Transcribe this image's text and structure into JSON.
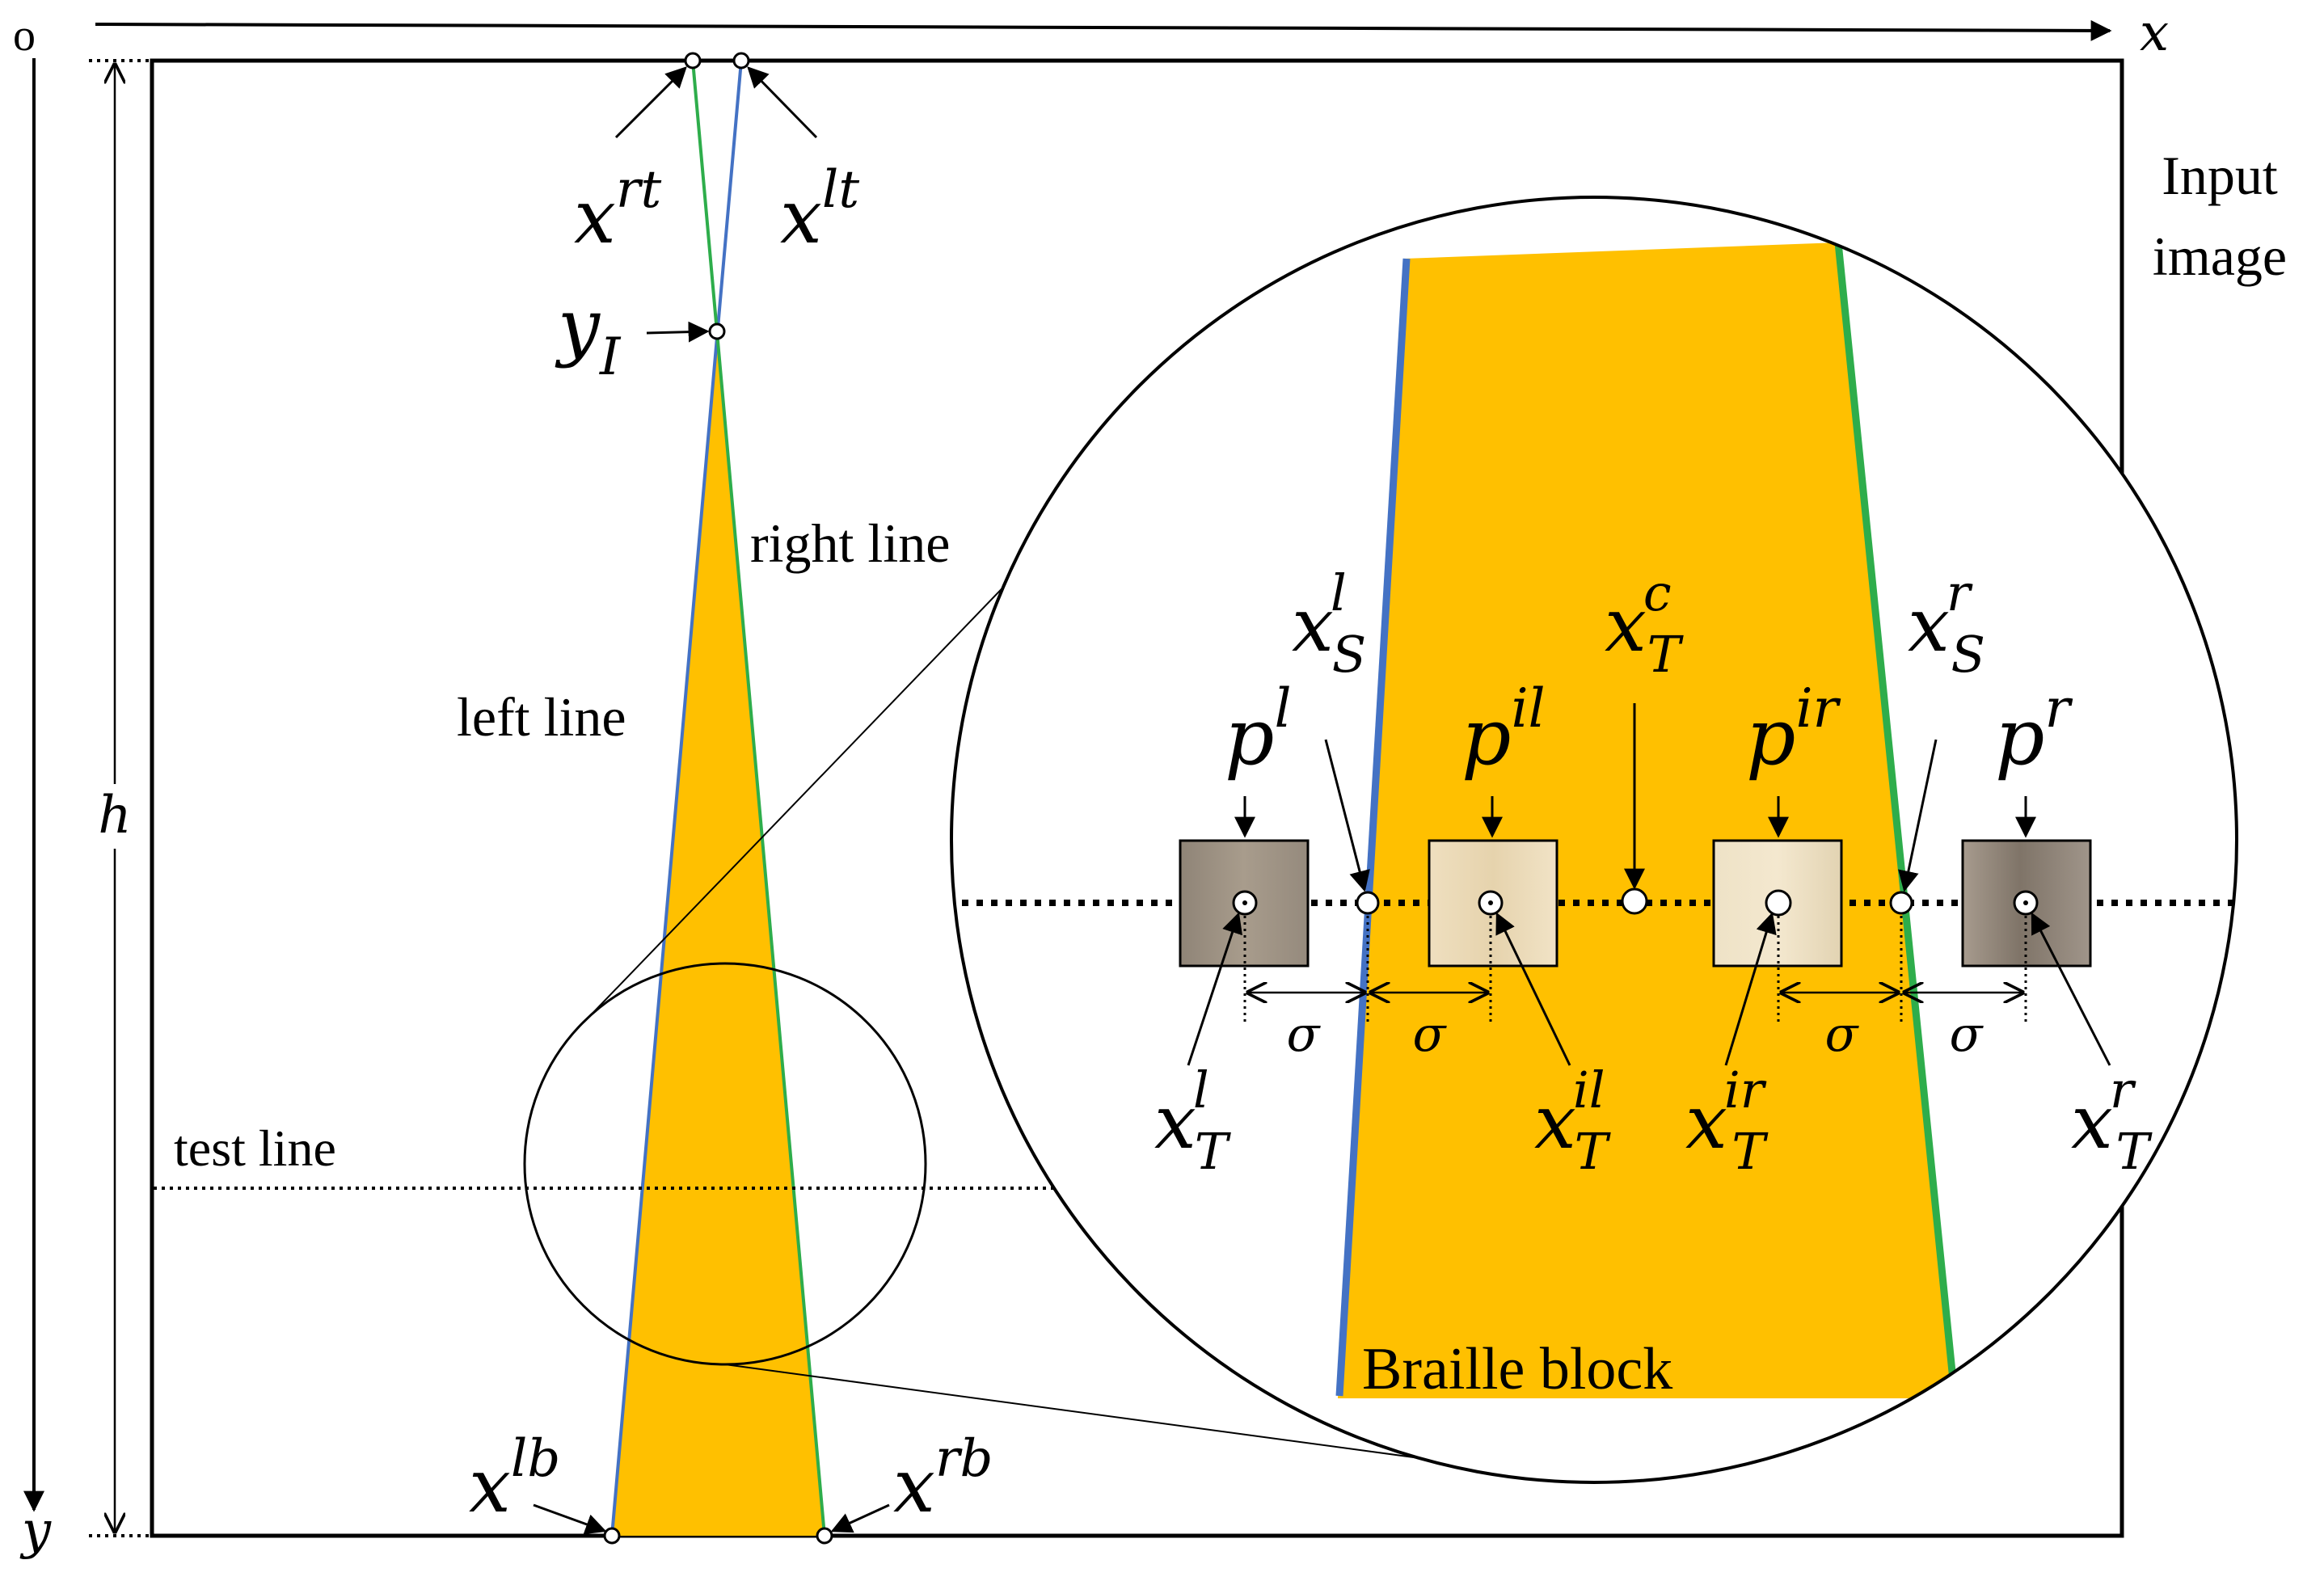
{
  "axes": {
    "origin": "o",
    "x": "x",
    "y": "y",
    "h": "h"
  },
  "labels": {
    "input_image_line1": "Input",
    "input_image_line2": "image",
    "right_line": "right line",
    "left_line": "left line",
    "test_line": "test line",
    "braille_block": "Braille block"
  },
  "points": {
    "x_rt": {
      "base": "x",
      "sup": "rt"
    },
    "x_lt": {
      "base": "x",
      "sup": "lt"
    },
    "y_I": {
      "base": "y",
      "sub": "I"
    },
    "x_lb": {
      "base": "x",
      "sup": "lb"
    },
    "x_rb": {
      "base": "x",
      "sup": "rb"
    },
    "x_S_l": {
      "base": "x",
      "sup": "l",
      "sub": "S"
    },
    "x_S_r": {
      "base": "x",
      "sup": "r",
      "sub": "S"
    },
    "x_T_c": {
      "base": "x",
      "sup": "c",
      "sub": "T"
    },
    "x_T_l": {
      "base": "x",
      "sup": "l",
      "sub": "T"
    },
    "x_T_il": {
      "base": "x",
      "sup": "il",
      "sub": "T"
    },
    "x_T_ir": {
      "base": "x",
      "sup": "ir",
      "sub": "T"
    },
    "x_T_r": {
      "base": "x",
      "sup": "r",
      "sub": "T"
    },
    "p_l": {
      "base": "p",
      "sup": "l"
    },
    "p_il": {
      "base": "p",
      "sup": "il"
    },
    "p_ir": {
      "base": "p",
      "sup": "ir"
    },
    "p_r": {
      "base": "p",
      "sup": "r"
    }
  },
  "sigma": "σ",
  "colors": {
    "block_fill": "#FFC000",
    "left_line": "#4472C4",
    "right_line": "#2EAD4B",
    "outline": "#000000",
    "patch_dark": "#9A8E80",
    "patch_light": "#EAD9B5"
  }
}
